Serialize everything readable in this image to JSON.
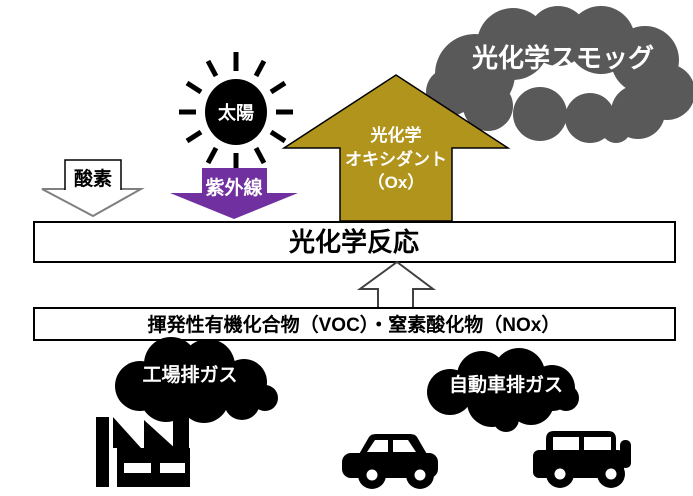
{
  "diagram": {
    "description_labels": {
      "sun": "太陽",
      "smog_cloud": "光化学スモッグ",
      "oxygen_arrow": "酸素",
      "uv_arrow": "紫外線",
      "oxidant_line1": "光化学",
      "oxidant_line2": "オキシダント",
      "oxidant_line3": "（Ox）",
      "reaction_box": "光化学反応",
      "precursor_box": "揮発性有機化合物（VOC）・窒素酸化物（NOx）",
      "factory_exhaust_cloud": "工場排ガス",
      "car_exhaust_cloud": "自動車排ガス"
    },
    "icons": {
      "sun_icon": "black sun with rays",
      "factory_icon": "black factory silhouette with sawtooth roof and chimney",
      "sedan_car_icon": "black sedan car silhouette",
      "suv_car_icon": "black SUV car silhouette with spare tire"
    },
    "colors": {
      "oxidant_gold": "#B1941C",
      "uv_purple": "#7030A0",
      "smog_gray": "#595959",
      "exhaust_black": "#000000",
      "arrow_outline_gray": "#7f7f7f",
      "box_border_black": "#000000",
      "background": "#ffffff"
    }
  }
}
